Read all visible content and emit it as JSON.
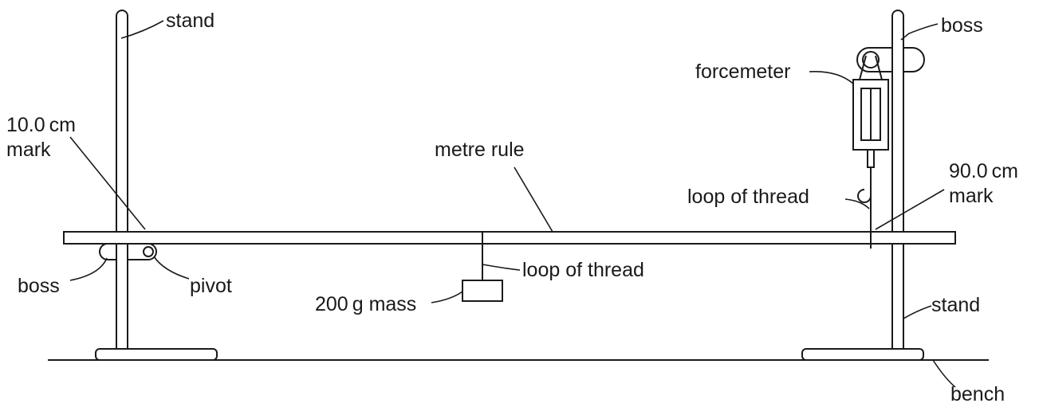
{
  "labels": {
    "stand_left": "stand",
    "mark_10_line1": "10.0 cm",
    "mark_10_line2": "mark",
    "boss_left": "boss",
    "pivot": "pivot",
    "metre_rule": "metre rule",
    "loop_of_thread_mass": "loop of thread",
    "mass": "200 g mass",
    "boss_right": "boss",
    "forcemeter": "forcemeter",
    "mark_90_line1": "90.0 cm",
    "mark_90_line2": "mark",
    "loop_of_thread_forcemeter": "loop of thread",
    "stand_right": "stand",
    "bench": "bench"
  }
}
